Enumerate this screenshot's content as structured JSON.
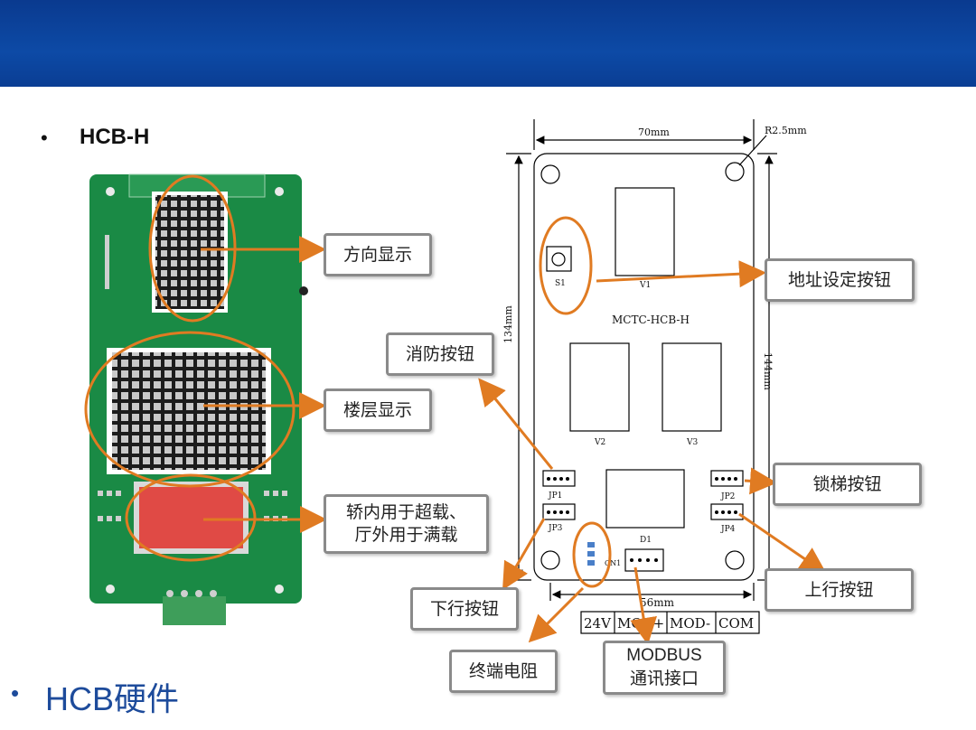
{
  "heading": {
    "bullet": "•",
    "label": "HCB-H"
  },
  "footer": {
    "bullet": "•",
    "label": "HCB硬件"
  },
  "callouts": {
    "direction": "方向显示",
    "floor": "楼层显示",
    "overload_line1": "轿内用于超载、",
    "overload_line2": "厅外用于满载",
    "address_button": "地址设定按钮",
    "fire_button": "消防按钮",
    "lock_button": "锁梯按钮",
    "down_button": "下行按钮",
    "up_button": "上行按钮",
    "terminal_resistor": "终端电阻",
    "modbus_line1": "MODBUS",
    "modbus_line2": "通讯接口"
  },
  "drawing": {
    "width_dim": "70mm",
    "radius_dim": "R2.5mm",
    "height_inner_dim": "134mm",
    "height_outer_dim": "144mm",
    "bottom_dim": "56mm",
    "board_name": "MCTC-HCB-H",
    "switch_label": "S1",
    "v1": "V1",
    "v2": "V2",
    "v3": "V3",
    "d1": "D1",
    "jp1": "JP1",
    "jp2": "JP2",
    "jp3": "JP3",
    "jp4": "JP4",
    "cn1": "CN1",
    "pins": [
      "24V",
      "MOD+",
      "MOD-",
      "COM"
    ]
  },
  "colors": {
    "banner": "#0d4aa6",
    "pcb": "#1a8a45",
    "accent_orange": "#e07b22",
    "overload_red": "#e04a45"
  }
}
